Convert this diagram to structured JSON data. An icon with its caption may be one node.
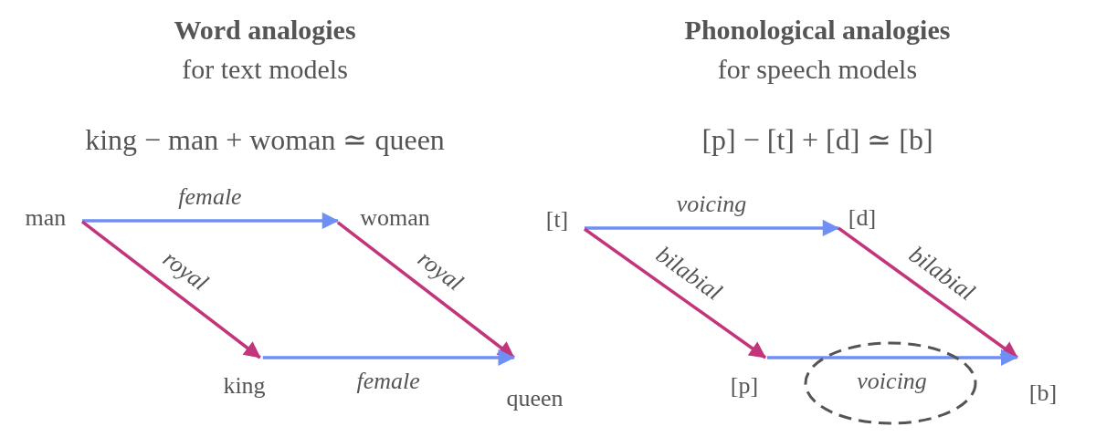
{
  "diagram": {
    "nodes": [
      {
        "text": [
          "man"
        ]
      },
      {
        "text": [
          "woman"
        ]
      },
      {
        "text": [
          "king"
        ]
      },
      {
        "text": [
          "queen"
        ]
      },
      {
        "text": [
          "[t]"
        ]
      },
      {
        "text": [
          "[d]"
        ]
      },
      {
        "text": [
          "[p]"
        ]
      },
      {
        "text": [
          "[b]"
        ]
      }
    ],
    "edges": [
      {
        "from": 0,
        "to": 1,
        "arrow": "to",
        "label": "female",
        "color": "#6f8ff5"
      },
      {
        "from": 0,
        "to": 2,
        "arrow": "to",
        "label": "royal",
        "color": "#c2357a"
      },
      {
        "from": 1,
        "to": 3,
        "arrow": "to",
        "label": "royal",
        "color": "#c2357a"
      },
      {
        "from": 2,
        "to": 3,
        "arrow": "to",
        "label": "female",
        "color": "#6f8ff5"
      },
      {
        "from": 4,
        "to": 5,
        "arrow": "to",
        "label": "voicing",
        "color": "#6f8ff5"
      },
      {
        "from": 4,
        "to": 6,
        "arrow": "to",
        "label": "bilabial",
        "color": "#c2357a"
      },
      {
        "from": 5,
        "to": 7,
        "arrow": "to",
        "label": "bilabial",
        "color": "#c2357a"
      },
      {
        "from": 6,
        "to": 7,
        "arrow": "to",
        "label": "voicing",
        "color": "#6f8ff5"
      }
    ],
    "labels": [
      "Word analogies",
      "for text models",
      "king − man + woman ≃ queen",
      "Phonological analogies",
      "for speech models",
      "[p] − [t] + [d] ≃ [b]"
    ]
  }
}
